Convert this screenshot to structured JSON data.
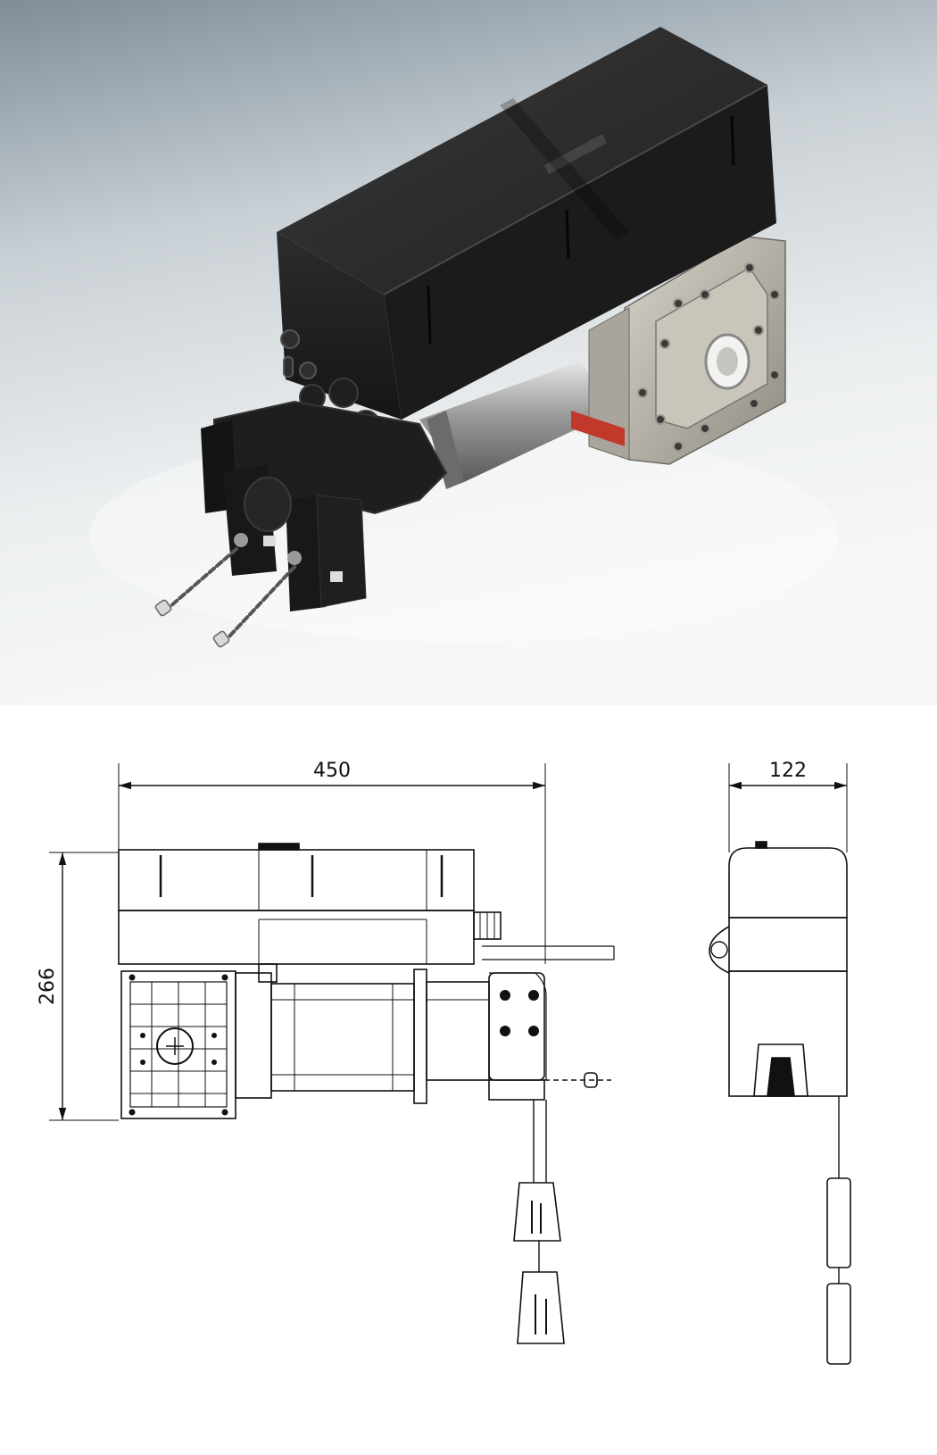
{
  "drawing": {
    "front_view": {
      "width_dimension": "450",
      "height_dimension": "266"
    },
    "side_view": {
      "width_dimension": "122"
    }
  },
  "colors": {
    "background_top": "#8a97a3",
    "background_bottom": "#f4f6f7",
    "housing": "#242424",
    "gearbox": "#b8b4ab",
    "line": "#111111"
  }
}
